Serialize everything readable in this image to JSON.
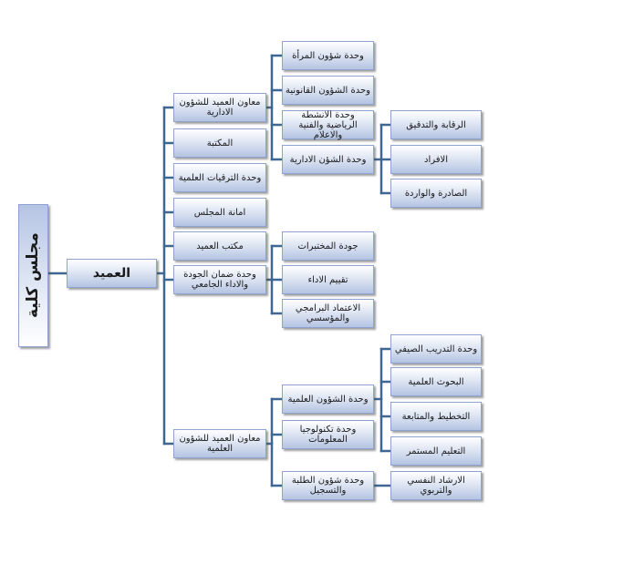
{
  "council": "مجلس كلية",
  "dean": "العميد",
  "level2": {
    "admin_affairs_deputy": "معاون العميد للشؤون الادارية",
    "library": "المكتبة",
    "scientific_promotions": "وحدة الترقيات العلمية",
    "council_secretariat": "امانة المجلس",
    "dean_office": "مكتب العميد",
    "quality_assurance": "وحدة ضمان الجودة والاداء الجامعي",
    "scientific_affairs_deputy": "معاون العميد للشؤون العلمية"
  },
  "admin_units": {
    "women_affairs": "وحدة شؤون المرأة",
    "legal_affairs": "وحدة الشؤون القانونية",
    "sports_art_media": "وحدة الانشطة الرياضية والفنية والاعلام",
    "admin_affairs_unit": "وحدة الشؤن الادارية"
  },
  "admin_subunits": {
    "audit": "الرقابة والتدقيق",
    "personnel": "الافراد",
    "outgoing_incoming": "الصادرة والواردة"
  },
  "quality_units": {
    "lab_quality": "جودة المختبرات",
    "performance_eval": "تقييم الاداء",
    "accreditation": "الاعتماد البرامجي والمؤسسي"
  },
  "science_units": {
    "scientific_affairs_unit": "وحدة الشؤون العلمية",
    "it_unit": "وحدة تكنولوجيا المعلومات",
    "student_affairs": "وحدة شؤون الطلبة والتسجيل"
  },
  "science_subunits": {
    "summer_training": "وحدة التدريب الصيفي",
    "research": "البحوث العلمية",
    "planning": "التخطيط والمتابعة",
    "continuing_edu": "التعليم المستمر",
    "counseling": "الارشاد النفسي والتربوي"
  }
}
